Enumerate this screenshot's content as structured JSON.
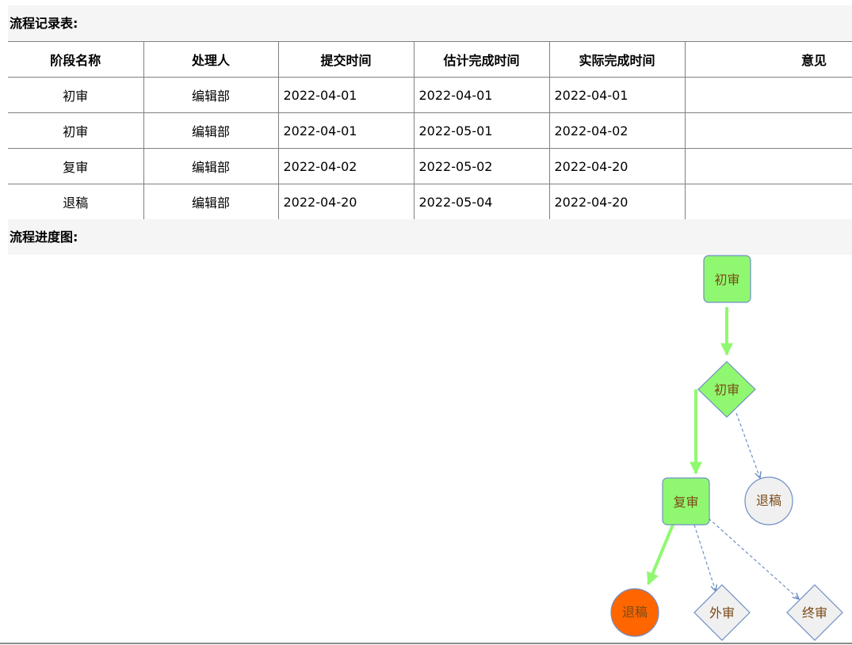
{
  "records": {
    "title": "流程记录表:",
    "columns": [
      "阶段名称",
      "处理人",
      "提交时间",
      "估计完成时间",
      "实际完成时间",
      "意见"
    ],
    "rows": [
      [
        "初审",
        "编辑部",
        "2022-04-01",
        "2022-04-01",
        "2022-04-01",
        ""
      ],
      [
        "初审",
        "编辑部",
        "2022-04-01",
        "2022-05-01",
        "2022-04-02",
        ""
      ],
      [
        "复审",
        "编辑部",
        "2022-04-02",
        "2022-05-02",
        "2022-04-20",
        ""
      ],
      [
        "退稿",
        "编辑部",
        "2022-04-20",
        "2022-05-04",
        "2022-04-20",
        ""
      ]
    ]
  },
  "progress": {
    "title": "流程进度图:",
    "nodes": {
      "start_review": "初审",
      "review_decision": "初审",
      "reject_1": "退稿",
      "second_review": "复审",
      "reject_final": "退稿",
      "external_review": "外审",
      "final_review": "终审"
    }
  },
  "colors": {
    "completed_fill": "#90f870",
    "current_fill": "#ff6600",
    "pending_fill": "#f0f0f0",
    "node_stroke": "#6d8fc6",
    "completed_edge": "#90f870",
    "pending_edge": "#6d8fc6",
    "label_text": "#7a4a16"
  }
}
